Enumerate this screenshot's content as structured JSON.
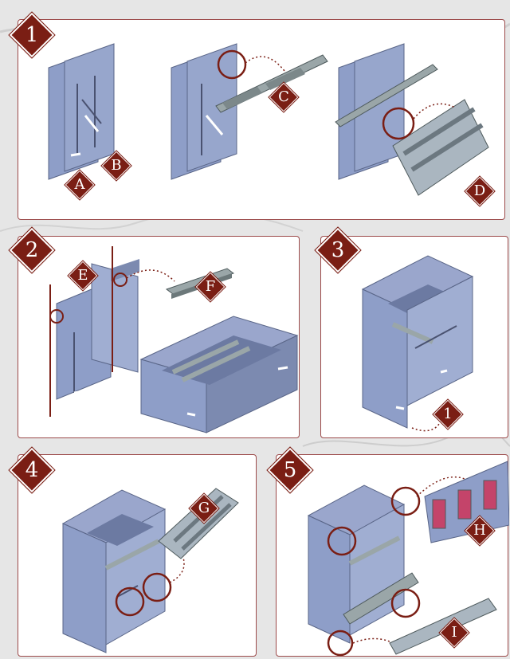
{
  "colors": {
    "accent": "#7a1e14",
    "frame": "#9c4a4a",
    "wall": "#8e9ec8",
    "wall_shadow": "#6c7aa2",
    "slat": "#9aa6a8",
    "peg": "#ffffff",
    "banner": "#c4446a"
  },
  "steps": [
    {
      "number": "1",
      "labels": [
        "A",
        "B",
        "C",
        "D"
      ]
    },
    {
      "number": "2",
      "labels": [
        "E",
        "F"
      ]
    },
    {
      "number": "3",
      "labels": [
        "1"
      ]
    },
    {
      "number": "4",
      "labels": [
        "G"
      ]
    },
    {
      "number": "5",
      "labels": [
        "H",
        "I"
      ]
    }
  ]
}
